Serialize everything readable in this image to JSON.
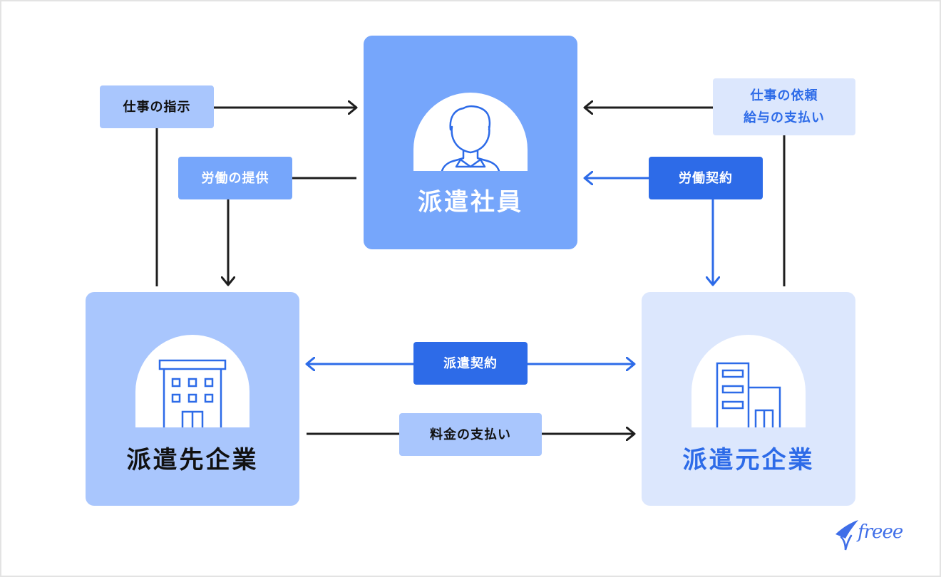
{
  "nodes": {
    "employee": "派遣社員",
    "client_company": "派遣先企業",
    "agency": "派遣元企業"
  },
  "labels": {
    "work_instruction": "仕事の指示",
    "labor_provision": "労働の提供",
    "work_request_line1": "仕事の依頼",
    "work_request_line2": "給与の支払い",
    "employment_contract": "労働契約",
    "dispatch_contract": "派遣契約",
    "fee_payment": "料金の支払い"
  },
  "logo": {
    "text": "freee"
  },
  "colors": {
    "employee_box": "#76a6fb",
    "client_box": "#a9c6fd",
    "agency_box": "#dce7fd",
    "accent_blue": "#2d6be8",
    "dark_line": "#1e1e1e"
  }
}
